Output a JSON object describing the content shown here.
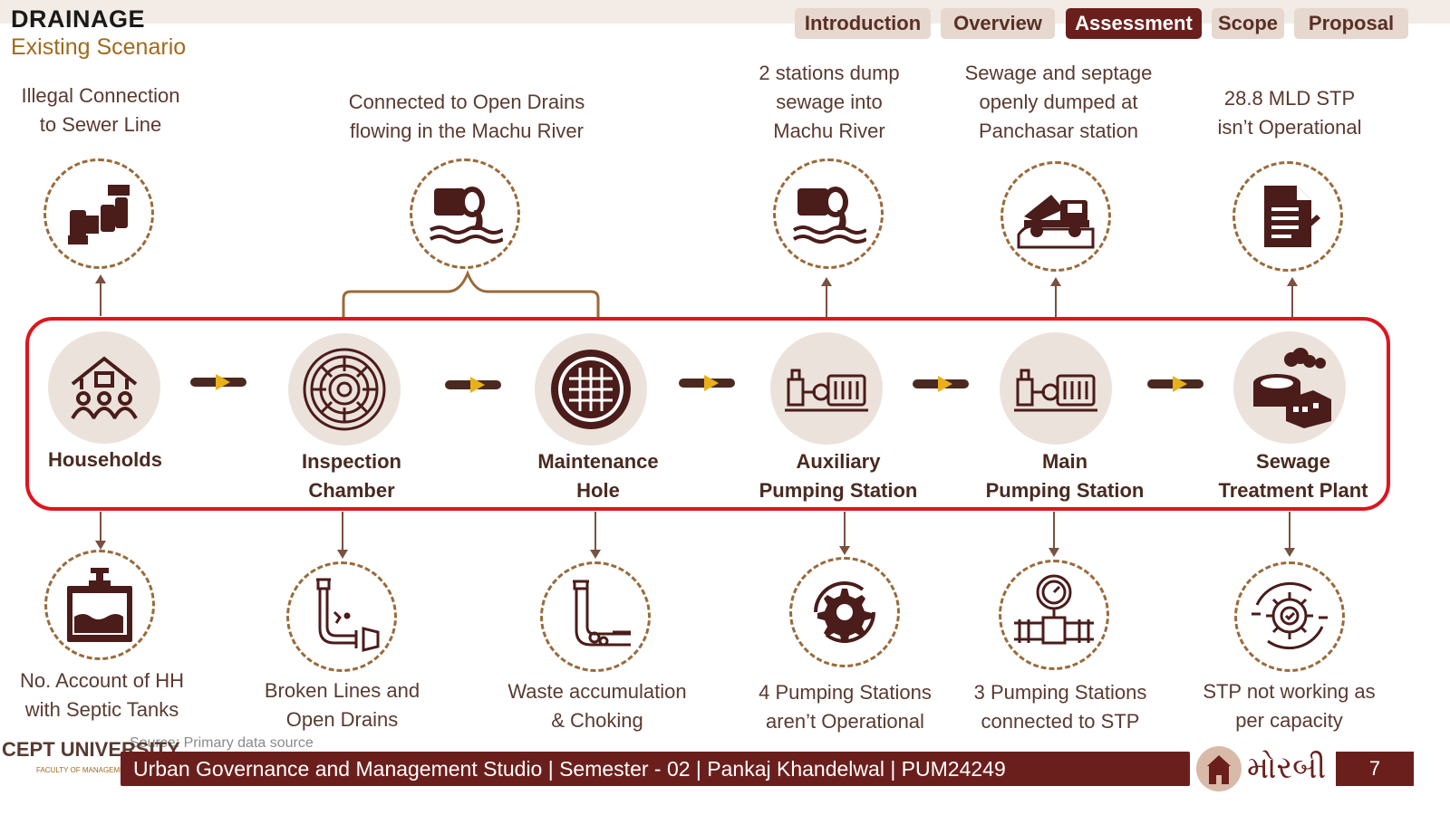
{
  "header": {
    "title": "DRAINAGE",
    "subtitle": "Existing Scenario"
  },
  "nav": {
    "items": [
      {
        "label": "Introduction",
        "active": false
      },
      {
        "label": "Overview",
        "active": false
      },
      {
        "label": "Assessment",
        "active": true
      },
      {
        "label": "Scope",
        "active": false
      },
      {
        "label": "Proposal",
        "active": false
      }
    ]
  },
  "top_issues": [
    {
      "text": "Illegal Connection\nto Sewer Line",
      "icon": "pipe-icon"
    },
    {
      "text": "Connected to Open Drains\nflowing in the Machu River",
      "icon": "drain-outfall-icon"
    },
    {
      "text": "2 stations dump\nsewage into\nMachu River",
      "icon": "drain-outfall-icon"
    },
    {
      "text": "Sewage and septage\nopenly dumped at\nPanchasar station",
      "icon": "dump-truck-icon"
    },
    {
      "text": "28.8 MLD STP\nisn’t Operational",
      "icon": "document-icon"
    }
  ],
  "flow_nodes": [
    {
      "label": "Households",
      "icon": "house-people-icon"
    },
    {
      "label": "Inspection\nChamber",
      "icon": "manhole-cover-icon"
    },
    {
      "label": "Maintenance\nHole",
      "icon": "grate-icon"
    },
    {
      "label": "Auxiliary\nPumping Station",
      "icon": "pump-icon"
    },
    {
      "label": "Main\nPumping Station",
      "icon": "pump-icon"
    },
    {
      "label": "Sewage\nTreatment Plant",
      "icon": "treatment-plant-icon"
    }
  ],
  "bottom_issues": [
    {
      "text": "No. Account of HH\nwith Septic Tanks",
      "icon": "septic-tank-icon"
    },
    {
      "text": "Broken Lines and\nOpen Drains",
      "icon": "broken-pipe-icon"
    },
    {
      "text": "Waste accumulation\n& Choking",
      "icon": "choked-pipe-icon"
    },
    {
      "text": "4 Pumping Stations\naren’t Operational",
      "icon": "gear-cycle-icon"
    },
    {
      "text": "3 Pumping Stations\nconnected to STP",
      "icon": "pressure-gauge-icon"
    },
    {
      "text": "STP not working as\nper capacity",
      "icon": "process-gear-icon"
    }
  ],
  "footer": {
    "source": "Source: Primary data source",
    "text": "Urban Governance and Management Studio | Semester - 02 | Pankaj Khandelwal | PUM24249",
    "page": "7",
    "logo_left": "CEPT UNIVERSITY",
    "logo_left_sub": "FACULTY OF MANAGEMENT",
    "logo_right": "મોરબી"
  },
  "colors": {
    "accent": "#6b1f1c",
    "highlight_box": "#e0141e",
    "arrow": "#e8b01a",
    "subtitle": "#a06a1e"
  }
}
